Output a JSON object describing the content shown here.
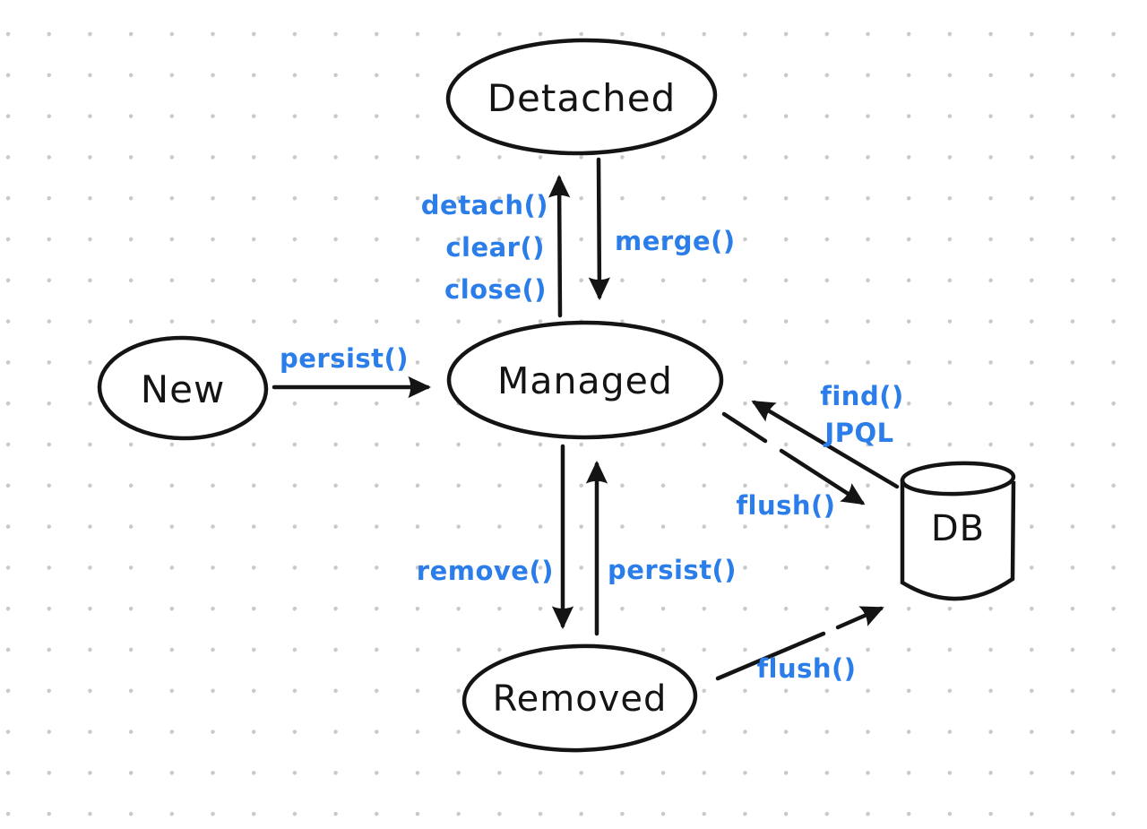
{
  "colors": {
    "ink": "#141414",
    "accent": "#2b7de9",
    "background": "#ffffff",
    "grid_dot": "#c9c9c9"
  },
  "nodes": {
    "new": {
      "label": "New",
      "shape": "ellipse"
    },
    "detached": {
      "label": "Detached",
      "shape": "ellipse"
    },
    "managed": {
      "label": "Managed",
      "shape": "ellipse"
    },
    "removed": {
      "label": "Removed",
      "shape": "ellipse"
    },
    "db": {
      "label": "DB",
      "shape": "database-cylinder"
    }
  },
  "edges": {
    "new_to_managed": {
      "from": "New",
      "to": "Managed",
      "label": "persist()"
    },
    "managed_to_detached": {
      "from": "Managed",
      "to": "Detached",
      "labels": [
        "detach()",
        "clear()",
        "close()"
      ]
    },
    "detached_to_managed": {
      "from": "Detached",
      "to": "Managed",
      "label": "merge()"
    },
    "managed_to_removed": {
      "from": "Managed",
      "to": "Removed",
      "label": "remove()"
    },
    "removed_to_managed": {
      "from": "Removed",
      "to": "Managed",
      "label": "persist()"
    },
    "db_to_managed": {
      "from": "DB",
      "to": "Managed",
      "labels": [
        "find()",
        "JPQL"
      ]
    },
    "managed_to_db": {
      "from": "Managed",
      "to": "DB",
      "label": "flush()"
    },
    "removed_to_db": {
      "from": "Removed",
      "to": "DB",
      "label": "flush()"
    }
  }
}
